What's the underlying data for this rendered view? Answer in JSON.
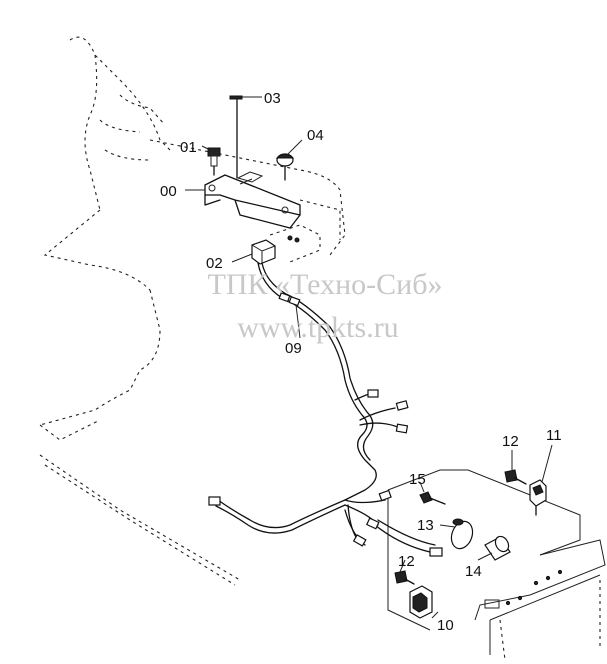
{
  "watermark": {
    "line1": "ТПК «Техно-Сиб»",
    "line2": "www.tpkts.ru"
  },
  "labels": {
    "p00": "00",
    "p01": "01",
    "p02": "02",
    "p03": "03",
    "p04": "04",
    "p09": "09",
    "p10": "10",
    "p11": "11",
    "p12a": "12",
    "p12b": "12",
    "p13": "13",
    "p14": "14",
    "p15": "15"
  }
}
